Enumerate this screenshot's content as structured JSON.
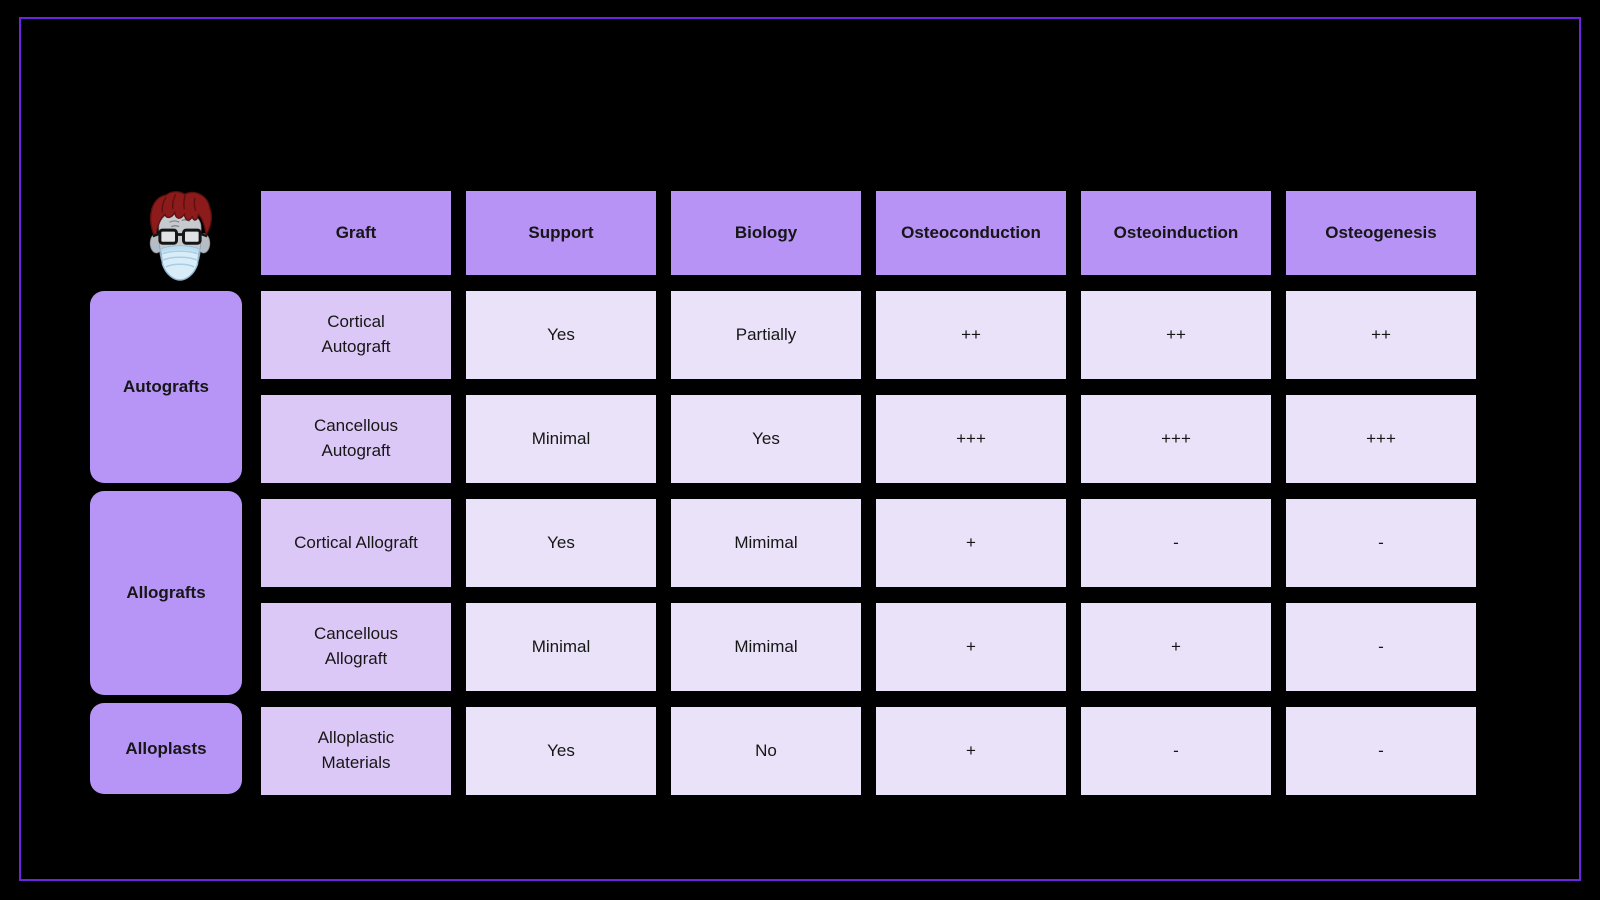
{
  "colors": {
    "page_bg": "#000000",
    "frame_border": "#6b24e0",
    "header_bg": "#b793f5",
    "group_bg": "#b795f6",
    "graft_bg": "#dcc8f7",
    "cell_bg": "#e9e2f8",
    "text_dark": "#161616"
  },
  "avatar": {
    "name": "masked-doctor-avatar"
  },
  "table": {
    "columns": [
      "Graft",
      "Support",
      "Biology",
      "Osteoconduction",
      "Osteoinduction",
      "Osteogenesis"
    ],
    "groups": [
      {
        "label": "Autografts"
      },
      {
        "label": "Allografts"
      },
      {
        "label": "Alloplasts"
      }
    ],
    "rows": [
      {
        "graft": "Cortical Autograft",
        "support": "Yes",
        "biology": "Partially",
        "osteoconduction": "++",
        "osteoinduction": "++",
        "osteogenesis": "++"
      },
      {
        "graft": "Cancellous Autograft",
        "support": "Minimal",
        "biology": "Yes",
        "osteoconduction": "+++",
        "osteoinduction": "+++",
        "osteogenesis": "+++"
      },
      {
        "graft": "Cortical Allograft",
        "support": "Yes",
        "biology": "Mimimal",
        "osteoconduction": "+",
        "osteoinduction": "-",
        "osteogenesis": "-"
      },
      {
        "graft": "Cancellous Allograft",
        "support": "Minimal",
        "biology": "Mimimal",
        "osteoconduction": "+",
        "osteoinduction": "+",
        "osteogenesis": "-"
      },
      {
        "graft": "Alloplastic Materials",
        "support": "Yes",
        "biology": "No",
        "osteoconduction": "+",
        "osteoinduction": "-",
        "osteogenesis": "-"
      }
    ]
  }
}
